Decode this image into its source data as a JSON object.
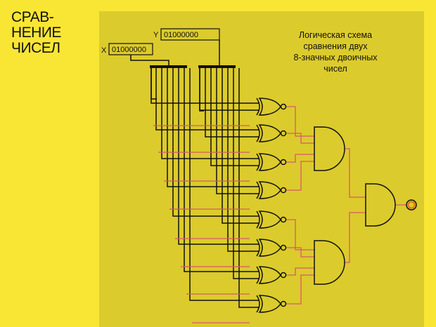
{
  "side_title": "СРАВ-\nНЕНИЕ\nЧИСЕЛ",
  "caption": "Логическая схема\nсравнения двух\n8-значных двоичных\nчисел",
  "register_x": {
    "label": "X",
    "value": "01000000"
  },
  "register_y": {
    "label": "Y",
    "value": "01000000"
  },
  "colors": {
    "background": "#f9e634",
    "panel": "#dccb2c",
    "wire": "#111111",
    "output_wire": "#d65a6a",
    "output_marker": "#e07020"
  },
  "components": {
    "xnor_gates": 8,
    "and_gates_stage1": 2,
    "and_gates_stage2": 1,
    "bits_per_register": 8
  }
}
